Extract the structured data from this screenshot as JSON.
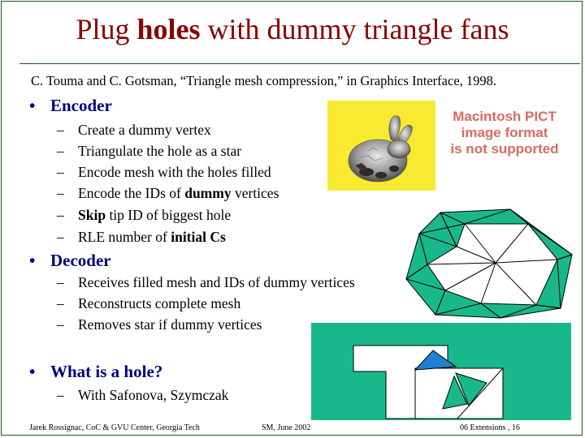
{
  "slide": {
    "title_pre": "Plug ",
    "title_bold": "holes",
    "title_post": " with dummy triangle fans",
    "citation": "C. Touma and C. Gotsman, “Triangle mesh compression,” in Graphics Interface, 1998.",
    "bullet_marker": "•",
    "dash_marker": "–",
    "encoder": {
      "heading": "Encoder",
      "items": [
        {
          "pre": "Create a dummy vertex",
          "bold": "",
          "post": ""
        },
        {
          "pre": "Triangulate the hole as a star",
          "bold": "",
          "post": ""
        },
        {
          "pre": "Encode mesh with the holes filled",
          "bold": "",
          "post": ""
        },
        {
          "pre": "Encode the IDs of ",
          "bold": "dummy",
          "post": " vertices"
        },
        {
          "pre": "",
          "bold": "Skip",
          "post": " tip ID of biggest hole"
        },
        {
          "pre": "RLE number of ",
          "bold": "initial Cs",
          "post": ""
        }
      ]
    },
    "decoder": {
      "heading": "Decoder",
      "items": [
        "Receives filled mesh and IDs of dummy vertices",
        "Reconstructs complete mesh",
        "Removes star if dummy vertices"
      ]
    },
    "hole": {
      "heading": "What is a hole?",
      "items": [
        "With Safonova, Szymczak"
      ]
    },
    "pict_message": [
      "Macintosh PICT",
      "image format",
      "is not supported"
    ],
    "footer": {
      "left": "Jarek Rossignac, CoC & GVU Center, Georgia Tech",
      "center": "SM, June 2002",
      "right": "06 Extensions , 16"
    },
    "colors": {
      "title": "#8b0000",
      "bullet": "#000080",
      "mesh_green": "#19b88a",
      "bunny_bg": "#f7ea31",
      "pict_text": "#d96b5c",
      "blue_tri": "#1f7fd0"
    },
    "images": [
      "bunny-mesh-image",
      "hole-star-diagram",
      "hole-polygon-diagram"
    ]
  }
}
